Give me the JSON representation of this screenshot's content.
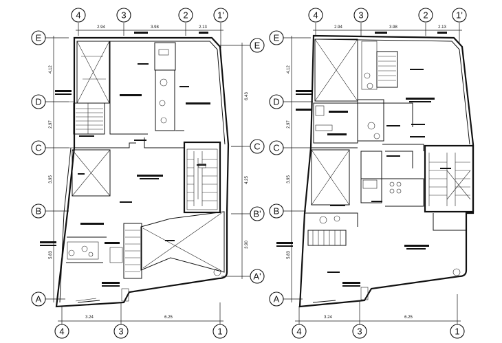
{
  "drawing": {
    "plans": [
      {
        "id": "left",
        "top_axes": [
          "4",
          "3",
          "2",
          "1'"
        ],
        "bottom_axes": [
          "4",
          "3",
          "1"
        ],
        "left_axes": [
          "E",
          "D",
          "C",
          "B",
          "A"
        ],
        "right_axes": [
          "E",
          "C",
          "B'",
          "A'"
        ],
        "top_dims": [
          "2.94",
          "3.98",
          "2.13"
        ],
        "bottom_dims": [
          "3.24",
          "6.25"
        ],
        "left_dims": [
          "4.12",
          "2.97",
          "3.95",
          "5.83"
        ],
        "right_dims": [
          "6.43",
          "4.25",
          "3.90"
        ]
      },
      {
        "id": "right",
        "top_axes": [
          "4",
          "3",
          "2",
          "1'"
        ],
        "bottom_axes": [
          "4",
          "3",
          "1"
        ],
        "left_axes": [
          "E",
          "D",
          "C",
          "B",
          "A"
        ],
        "top_dims": [
          "2.94",
          "3.98",
          "2.13"
        ],
        "bottom_dims": [
          "3.24",
          "6.25"
        ],
        "left_dims": [
          "4.12",
          "2.97",
          "3.95",
          "5.83"
        ]
      }
    ]
  }
}
